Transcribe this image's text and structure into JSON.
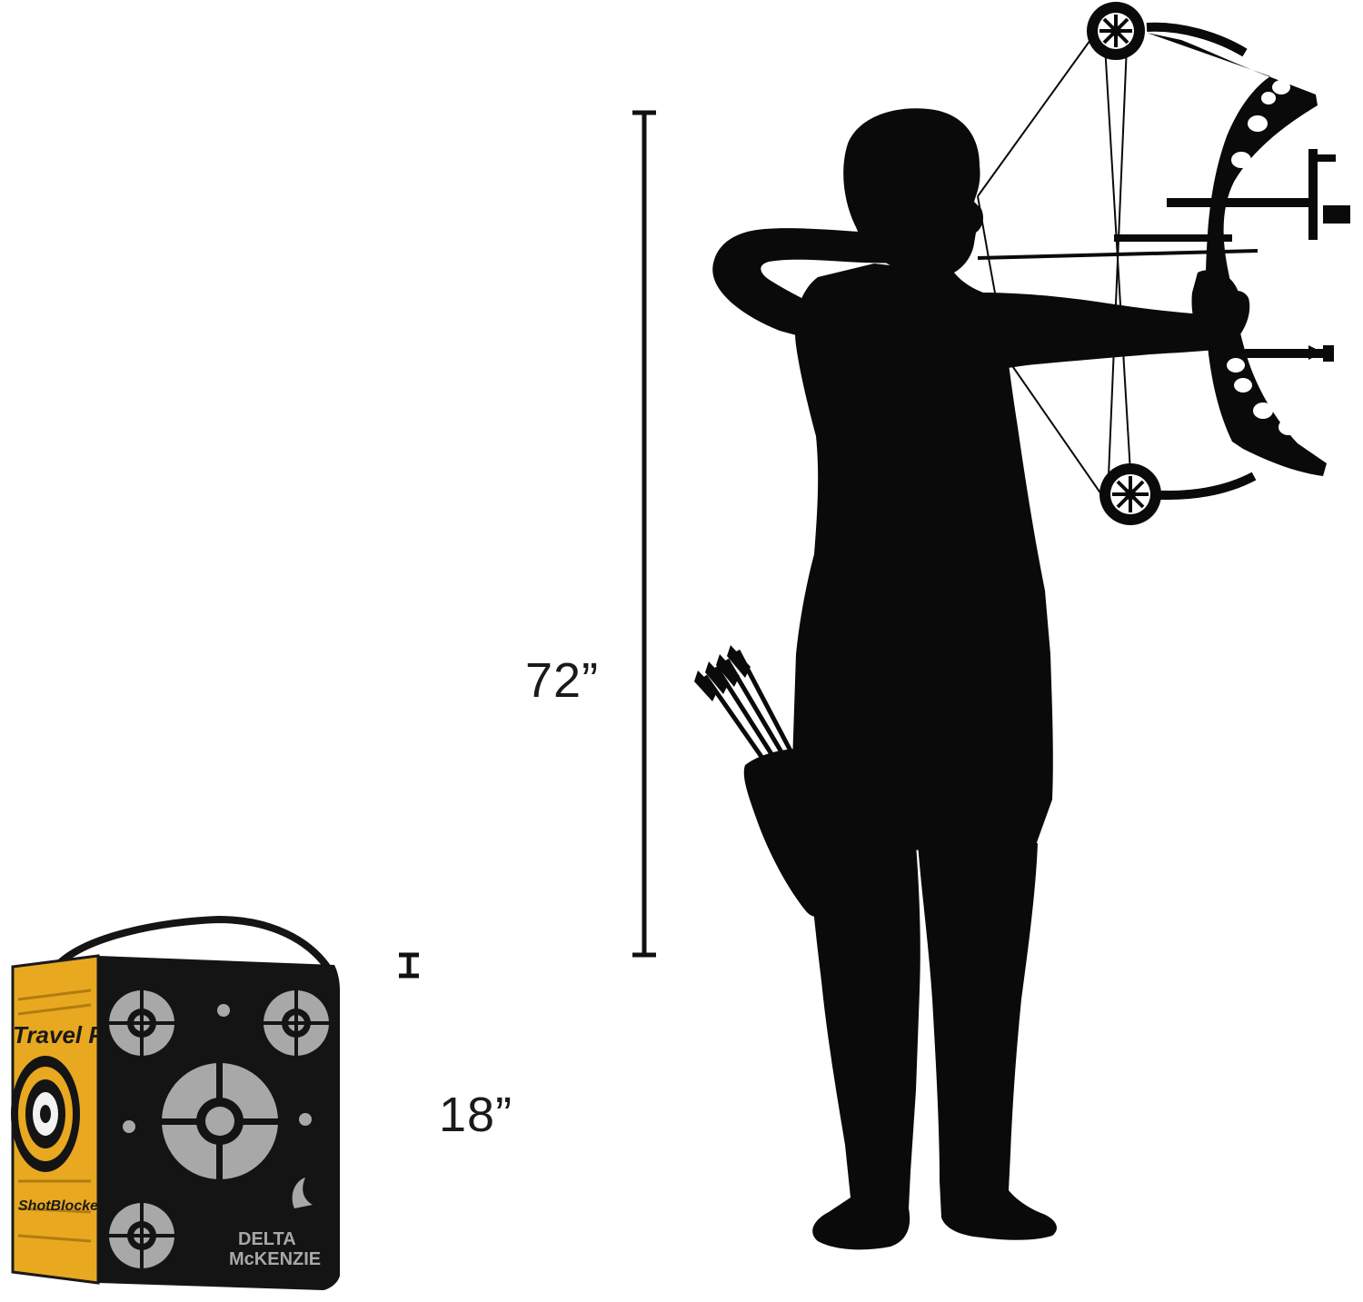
{
  "measurements": {
    "archer_height": "72”",
    "target_height": "18”"
  },
  "target": {
    "brand_line1": "Travel Pro",
    "brand_line2": "ShotBlocker",
    "maker_line1": "DELTA",
    "maker_line2": "McKENZIE"
  },
  "colors": {
    "silhouette": "#0a0a0a",
    "target_yellow": "#e8a820",
    "target_dark": "#141414",
    "target_grey": "#a8a8a8"
  }
}
